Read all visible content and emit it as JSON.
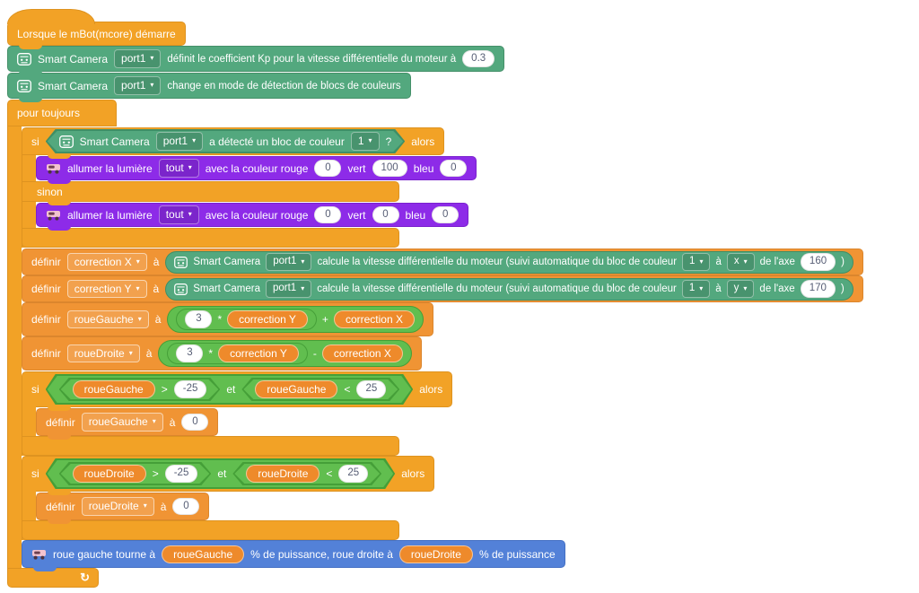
{
  "icons": {
    "caret": "▾",
    "loop_arrow": "↻"
  },
  "palette": {
    "control": "#F2A226",
    "data": "#F09434",
    "operator": "#61BE4F",
    "extension_green": "#53A87E",
    "purple": "#8D2BE8",
    "blue": "#5381D8"
  },
  "hat": {
    "label": "Lorsque le mBot(mcore) démarre"
  },
  "cam_kp": {
    "device": "Smart Camera",
    "port": "port1",
    "label": "définit le coefficient Kp pour la vitesse différentielle du moteur à",
    "value": "0.3"
  },
  "cam_mode": {
    "device": "Smart Camera",
    "port": "port1",
    "label": "change en mode de détection de blocs de couleurs"
  },
  "forever": {
    "label": "pour toujours"
  },
  "if1": {
    "si": "si",
    "alors": "alors",
    "sinon": "sinon",
    "cond": {
      "device": "Smart Camera",
      "port": "port1",
      "label": "a détecté un bloc de couleur",
      "block": "1",
      "q": "?"
    }
  },
  "led_on": {
    "label": "allumer la lumière",
    "target": "tout",
    "mid": "avec la couleur rouge",
    "red": "0",
    "green_label": "vert",
    "green": "100",
    "blue_label": "bleu",
    "blue": "0"
  },
  "led_off": {
    "label": "allumer la lumière",
    "target": "tout",
    "mid": "avec la couleur rouge",
    "red": "0",
    "green_label": "vert",
    "green": "0",
    "blue_label": "bleu",
    "blue": "0"
  },
  "set_cx": {
    "kw": "définir",
    "variable": "correction X",
    "to": "à",
    "cam": {
      "device": "Smart Camera",
      "port": "port1",
      "label": "calcule la vitesse différentielle du moteur (suivi automatique du bloc de couleur",
      "block": "1",
      "to": "à",
      "axis": "x",
      "axis_label": "de l'axe",
      "value": "160",
      "paren": ")"
    }
  },
  "set_cy": {
    "kw": "définir",
    "variable": "correction Y",
    "to": "à",
    "cam": {
      "device": "Smart Camera",
      "port": "port1",
      "label": "calcule la vitesse différentielle du moteur (suivi automatique du bloc de couleur",
      "block": "1",
      "to": "à",
      "axis": "y",
      "axis_label": "de l'axe",
      "value": "170",
      "paren": ")"
    }
  },
  "set_wl": {
    "kw": "définir",
    "variable": "roueGauche",
    "to": "à",
    "n": "3",
    "mul": "*",
    "v1": "correction Y",
    "op": "+",
    "v2": "correction X"
  },
  "set_wr": {
    "kw": "définir",
    "variable": "roueDroite",
    "to": "à",
    "n": "3",
    "mul": "*",
    "v1": "correction Y",
    "op": "-",
    "v2": "correction X"
  },
  "if2": {
    "si": "si",
    "alors": "alors",
    "et": "et",
    "c1": {
      "v": "roueGauche",
      "op": ">",
      "n": "-25"
    },
    "c2": {
      "v": "roueGauche",
      "op": "<",
      "n": "25"
    },
    "set": {
      "kw": "définir",
      "variable": "roueGauche",
      "to": "à",
      "value": "0"
    }
  },
  "if3": {
    "si": "si",
    "alors": "alors",
    "et": "et",
    "c1": {
      "v": "roueDroite",
      "op": ">",
      "n": "-25"
    },
    "c2": {
      "v": "roueDroite",
      "op": "<",
      "n": "25"
    },
    "set": {
      "kw": "définir",
      "variable": "roueDroite",
      "to": "à",
      "value": "0"
    }
  },
  "motor": {
    "t1": "roue gauche tourne à",
    "v1": "roueGauche",
    "t2": "% de puissance, roue droite à",
    "v2": "roueDroite",
    "t3": "% de puissance"
  }
}
